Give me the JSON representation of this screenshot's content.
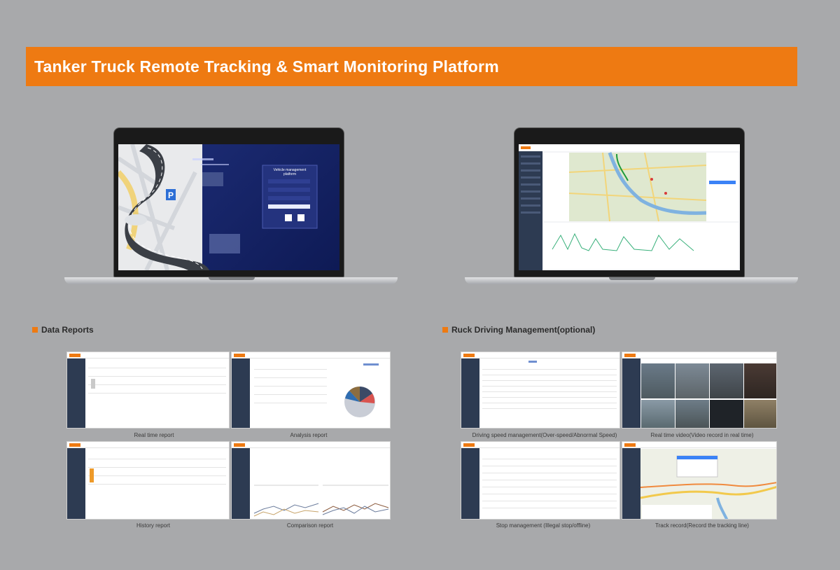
{
  "banner": {
    "title": "Tanker Truck Remote Tracking & Smart  Monitoring Platform"
  },
  "laptop_left": {
    "screen_title": "Vehicle management platform",
    "parking_sign": "P"
  },
  "sections": {
    "data_reports": "Data Reports",
    "driving_management": "Ruck Driving Management(optional)"
  },
  "captions": {
    "real_time_report": "Real time report",
    "analysis_report": "Analysis report",
    "history_report": "History report",
    "comparison_report": "Comparison report",
    "driving_speed": "Driving speed management(Over-speed/Abnormal Speed)",
    "real_time_video": "Real time video(Video record in real time)",
    "stop_management": "Stop management (Illegal stop/offline)",
    "track_record": "Track record(Record the tracking line)"
  },
  "colors": {
    "accent": "#ee7a12",
    "sidebar": "#2d3b52",
    "background": "#a8a9ab"
  }
}
